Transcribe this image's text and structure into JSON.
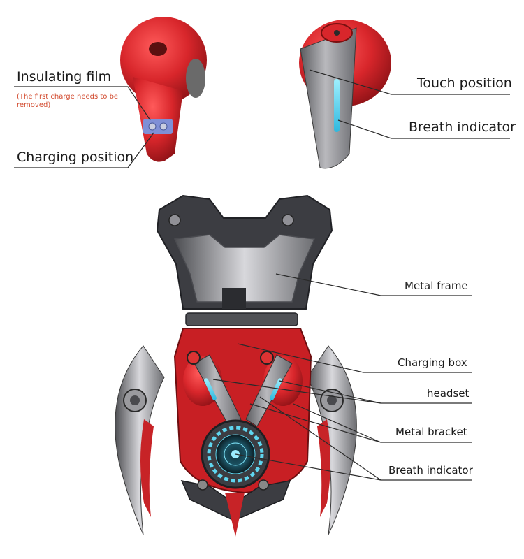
{
  "colors": {
    "brand_red": "#d8262b",
    "metal": "#8e8e92",
    "dark_metal": "#3c3d42",
    "indicator_blue": "#5fd6f0",
    "note_red": "#d24a2e"
  },
  "earbud_left": {
    "labels": {
      "insulating_film": "Insulating film",
      "insulating_note": "(The first charge needs to be removed)",
      "charging_position": "Charging position"
    }
  },
  "earbud_right": {
    "labels": {
      "touch_position": "Touch position",
      "breath_indicator": "Breath indicator"
    }
  },
  "case": {
    "labels": {
      "metal_frame": "Metal frame",
      "charging_box": "Charging box",
      "headset": "headset",
      "metal_bracket": "Metal bracket",
      "breath_indicator": "Breath indicator"
    }
  }
}
